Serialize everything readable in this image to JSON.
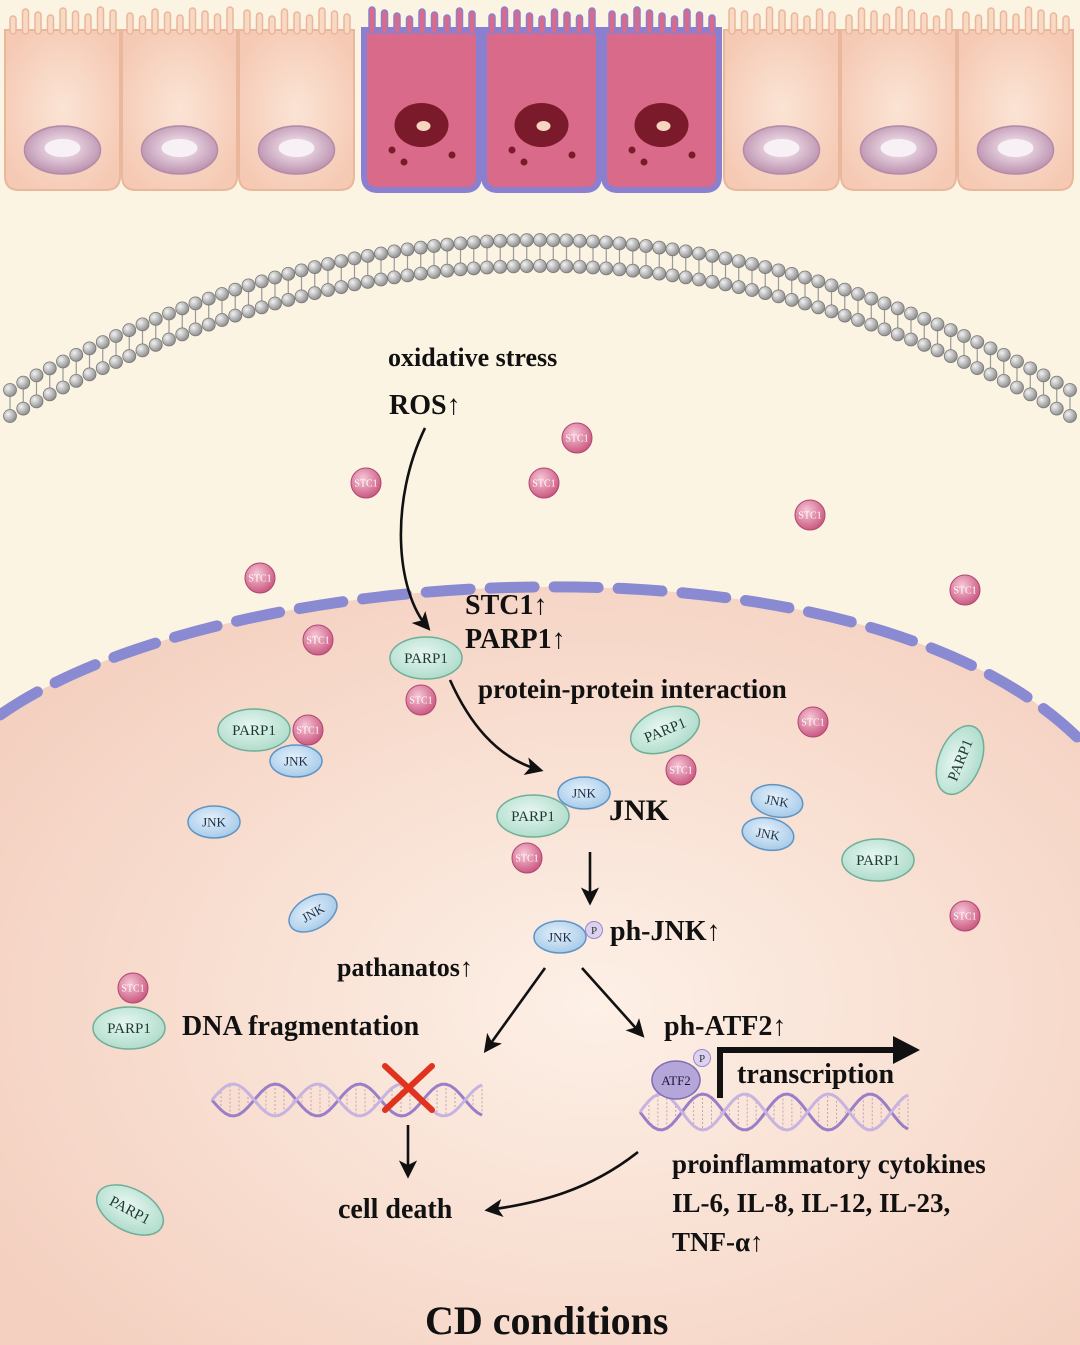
{
  "labels": {
    "oxidative_stress": "oxidative stress",
    "ros": "ROS↑",
    "stc1_up": "STC1↑",
    "parp1_up": "PARP1↑",
    "ppi": "protein-protein interaction",
    "jnk": "JNK",
    "ph_jnk": "ph-JNK↑",
    "pathanatos": "pathanatos↑",
    "dna_fragmentation": "DNA fragmentation",
    "ph_atf2": "ph-ATF2↑",
    "transcription": "transcription",
    "cell_death": "cell death",
    "cytokines_line1": "proinflammatory cytokines",
    "cytokines_line2": "IL-6, IL-8, IL-12, IL-23,",
    "cytokines_line3": "TNF-α↑",
    "footer": "CD conditions"
  },
  "molecule_labels": {
    "stc1": "STC1",
    "parp1": "PARP1",
    "jnk": "JNK",
    "atf2": "ATF2",
    "phospho": "P"
  },
  "colors": {
    "background": "#fcf4e3",
    "cell_fill": "#f9d8c4",
    "dying_cell_fill": "#d96a8a",
    "dying_cell_border": "#8b7fd0",
    "nucleus_membrane": "#8f8fd0",
    "stc1": "#d7698f",
    "parp1": "#bfe6d8",
    "jnk": "#b9d7ee",
    "atf2": "#b4a6d8",
    "inhibition_x": "#e0321c"
  },
  "icons": {
    "inhibition": "red-x-icon",
    "transcription_start": "bent-arrow-icon",
    "arrows": "arrow-icon"
  }
}
